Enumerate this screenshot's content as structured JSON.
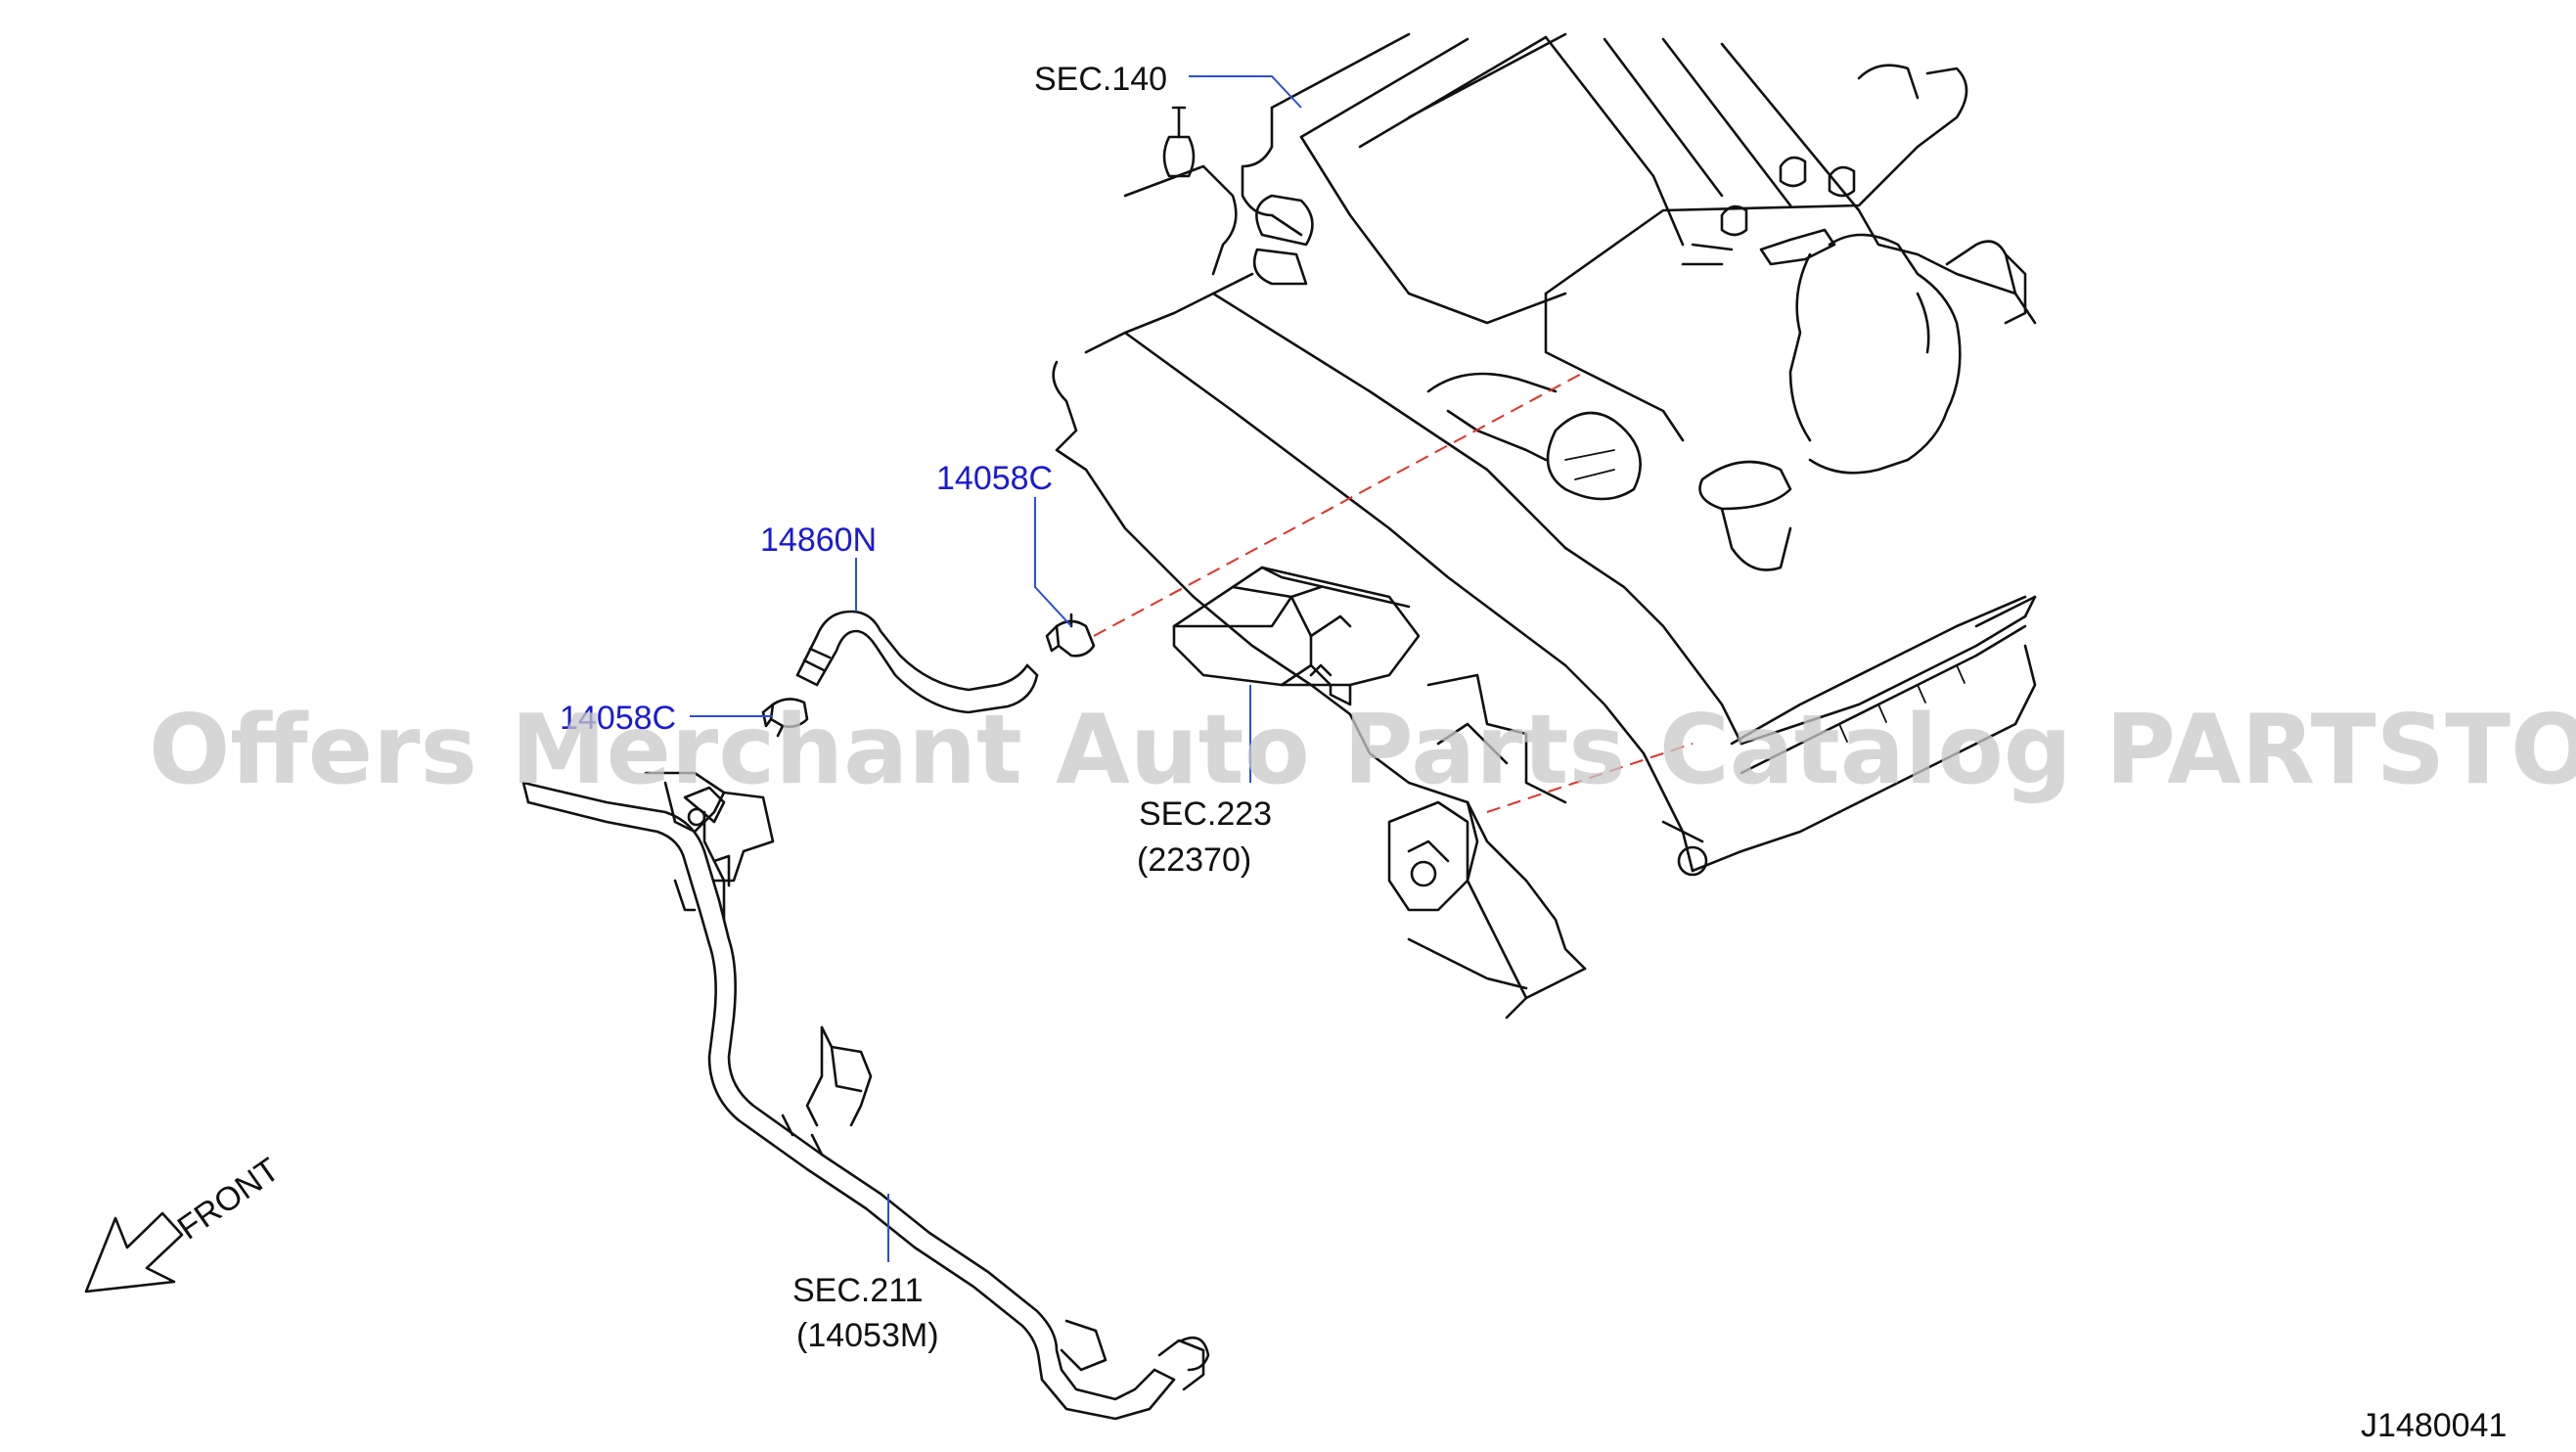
{
  "watermark": "Offers Merchant Auto Parts Catalog PARTSTORE.SA",
  "labels": {
    "sec140": "SEC.140",
    "p14058c_top": "14058C",
    "p14860n": "14860N",
    "p14058c_left": "14058C",
    "sec223": "SEC.223",
    "sec223_part": "(22370)",
    "sec211": "SEC.211",
    "sec211_part": "(14053M)",
    "front": "FRONT",
    "diagram_id": "J1480041"
  },
  "colors": {
    "part_label": "#1a1ad6",
    "leader": "#2a4fd8",
    "dashed_reference": "#e0342c",
    "line_art": "#111111",
    "watermark": "#c9c9c9"
  }
}
